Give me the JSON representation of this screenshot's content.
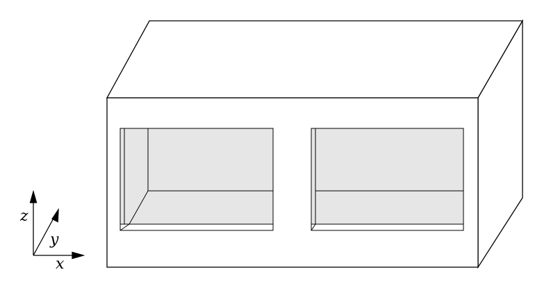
{
  "axes": {
    "x_label": "x",
    "y_label": "y",
    "z_label": "z"
  },
  "colors": {
    "stroke": "#000000",
    "box_fill": "#ffffff",
    "cavity_fill": "#e6e6e6",
    "floor_fill": "#ffffff"
  }
}
